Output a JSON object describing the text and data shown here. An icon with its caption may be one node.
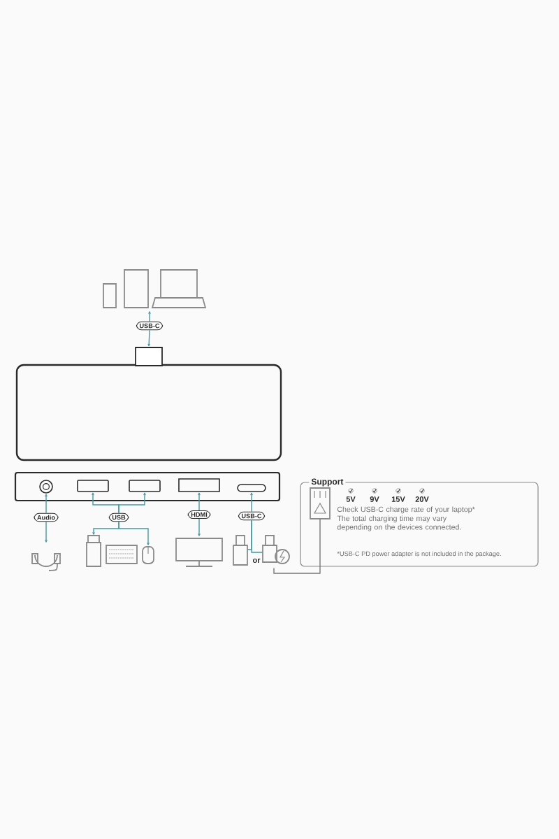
{
  "diagram": {
    "nodes": [
      {
        "text": [],
        "shape": "picture"
      },
      {
        "text": [
          "USB-C"
        ]
      },
      {
        "text": [],
        "shape": "box"
      },
      {
        "text": [],
        "shape": "box"
      },
      {
        "text": [],
        "shape": "box"
      },
      {
        "text": [],
        "shape": "circle",
        "in": 4
      },
      {
        "text": [],
        "shape": "box",
        "in": 4
      },
      {
        "text": [],
        "shape": "box",
        "in": 4
      },
      {
        "text": [],
        "shape": "box",
        "in": 4
      },
      {
        "text": [],
        "shape": "box",
        "in": 4
      },
      {
        "text": [
          "Audio"
        ]
      },
      {
        "text": [
          "USB"
        ]
      },
      {
        "text": [
          "HDMI"
        ]
      },
      {
        "text": [
          "USB-C"
        ]
      },
      {
        "text": [],
        "shape": "picture"
      },
      {
        "text": [],
        "shape": "box"
      },
      {
        "text": [],
        "shape": "picture"
      },
      {
        "text": [],
        "shape": "picture"
      },
      {
        "text": [],
        "shape": "box"
      },
      {
        "text": [],
        "shape": "box"
      },
      {
        "text": [],
        "shape": "picture"
      },
      {
        "text": [
          "Support",
          "5V",
          "9V",
          "15V",
          "20V",
          "Check USB-C charge rate of your laptop*",
          "The total charging time may vary depending on the devices connected.",
          "*USB-C PD power adapter is not included in the package."
        ]
      },
      {
        "text": [],
        "shape": "picture",
        "in": 21
      }
    ],
    "edges": [
      {
        "from": 1,
        "to": 0,
        "arrow": "to"
      },
      {
        "from": 1,
        "to": 3,
        "arrow": "to"
      },
      {
        "from": 10,
        "to": 5,
        "arrow": "to"
      },
      {
        "from": 10,
        "to": 14,
        "arrow": "to"
      },
      {
        "from": 11,
        "to": 6,
        "arrow": "to"
      },
      {
        "from": 11,
        "to": 7,
        "arrow": "to"
      },
      {
        "from": 11,
        "to": 15,
        "arrow": "to"
      },
      {
        "from": 11,
        "to": 17,
        "arrow": "to"
      },
      {
        "from": 12,
        "to": 8,
        "arrow": "to"
      },
      {
        "from": 12,
        "to": 18,
        "arrow": "to"
      },
      {
        "from": 13,
        "to": 9,
        "arrow": "to"
      },
      {
        "from": 13,
        "to": 19,
        "arrow": "none"
      },
      {
        "from": 13,
        "to": 20,
        "arrow": "none"
      },
      {
        "from": 22,
        "to": 20,
        "arrow": "none",
        "color": "#777777"
      }
    ],
    "labels": [
      "or"
    ]
  }
}
